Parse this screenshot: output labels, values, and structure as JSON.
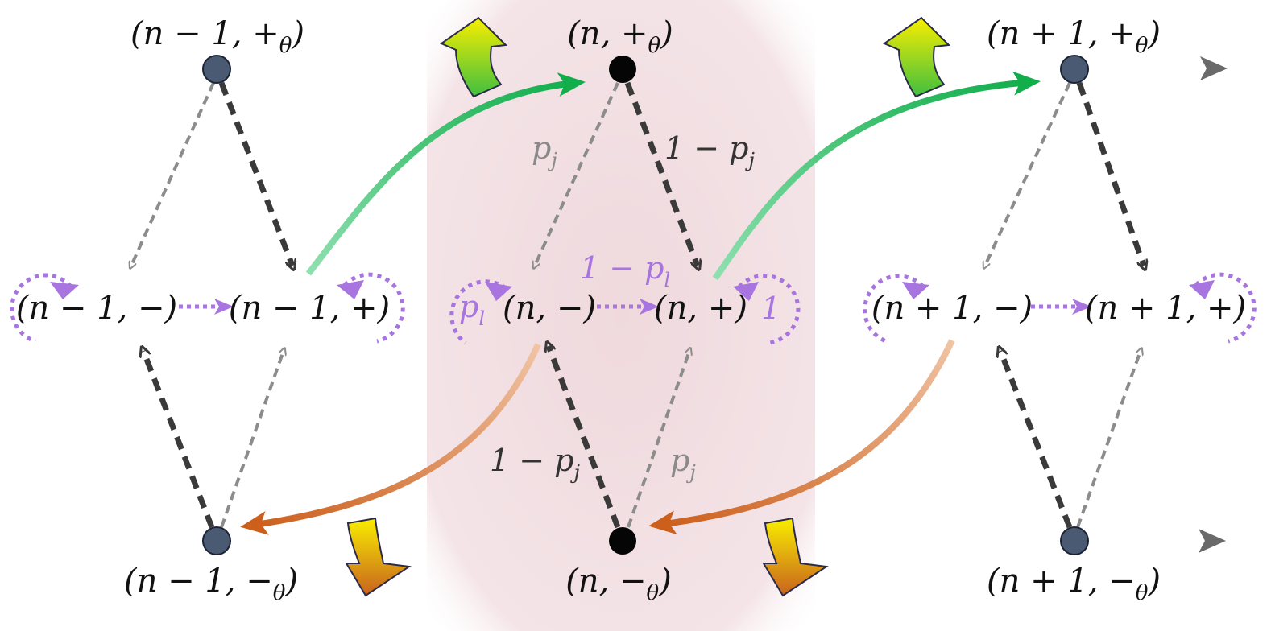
{
  "colors": {
    "axis": "#6a6a6a",
    "highlight": "#f2dfe2",
    "strong_dashed": "#3a3a3a",
    "light_dashed": "#8c8c8c",
    "purple": "#a874e0",
    "green": "#16b04f",
    "orange": "#cf6a26",
    "yellow": "#f7ea00"
  },
  "nodes": {
    "top_left": "(n − 1, +θ)",
    "top_mid": "(n, +θ)",
    "top_right": "(n + 1, +θ)",
    "mid_left_minus": "(n − 1, −)",
    "mid_left_plus": "(n − 1, +)",
    "mid_mid_minus": "(n, −)",
    "mid_mid_plus": "(n, +)",
    "mid_right_minus": "(n + 1, −)",
    "mid_right_plus": "(n + 1, +)",
    "bot_left": "(n − 1, −θ)",
    "bot_mid": "(n, −θ)",
    "bot_right": "(n + 1, −θ)"
  },
  "nodes_parts": {
    "top_left": {
      "main": "(n − 1, +",
      "sub": "θ",
      "close": ")"
    },
    "top_mid": {
      "main": "(n, +",
      "sub": "θ",
      "close": ")"
    },
    "top_right": {
      "main": "(n + 1, +",
      "sub": "θ",
      "close": ")"
    },
    "bot_left": {
      "main": "(n − 1, −",
      "sub": "θ",
      "close": ")"
    },
    "bot_mid": {
      "main": "(n, −",
      "sub": "θ",
      "close": ")"
    },
    "bot_right": {
      "main": "(n + 1, −",
      "sub": "θ",
      "close": ")"
    }
  },
  "probabilities": {
    "pj_top": {
      "main": "p",
      "sub": "j"
    },
    "one_minus_pj_top": {
      "main": "1 − p",
      "sub": "j"
    },
    "one_minus_pl": {
      "main": "1 − p",
      "sub": "l"
    },
    "pl": {
      "main": "p",
      "sub": "l"
    },
    "one": "1",
    "one_minus_pj_bot": {
      "main": "1 − p",
      "sub": "j"
    },
    "pj_bot": {
      "main": "p",
      "sub": "j"
    }
  }
}
